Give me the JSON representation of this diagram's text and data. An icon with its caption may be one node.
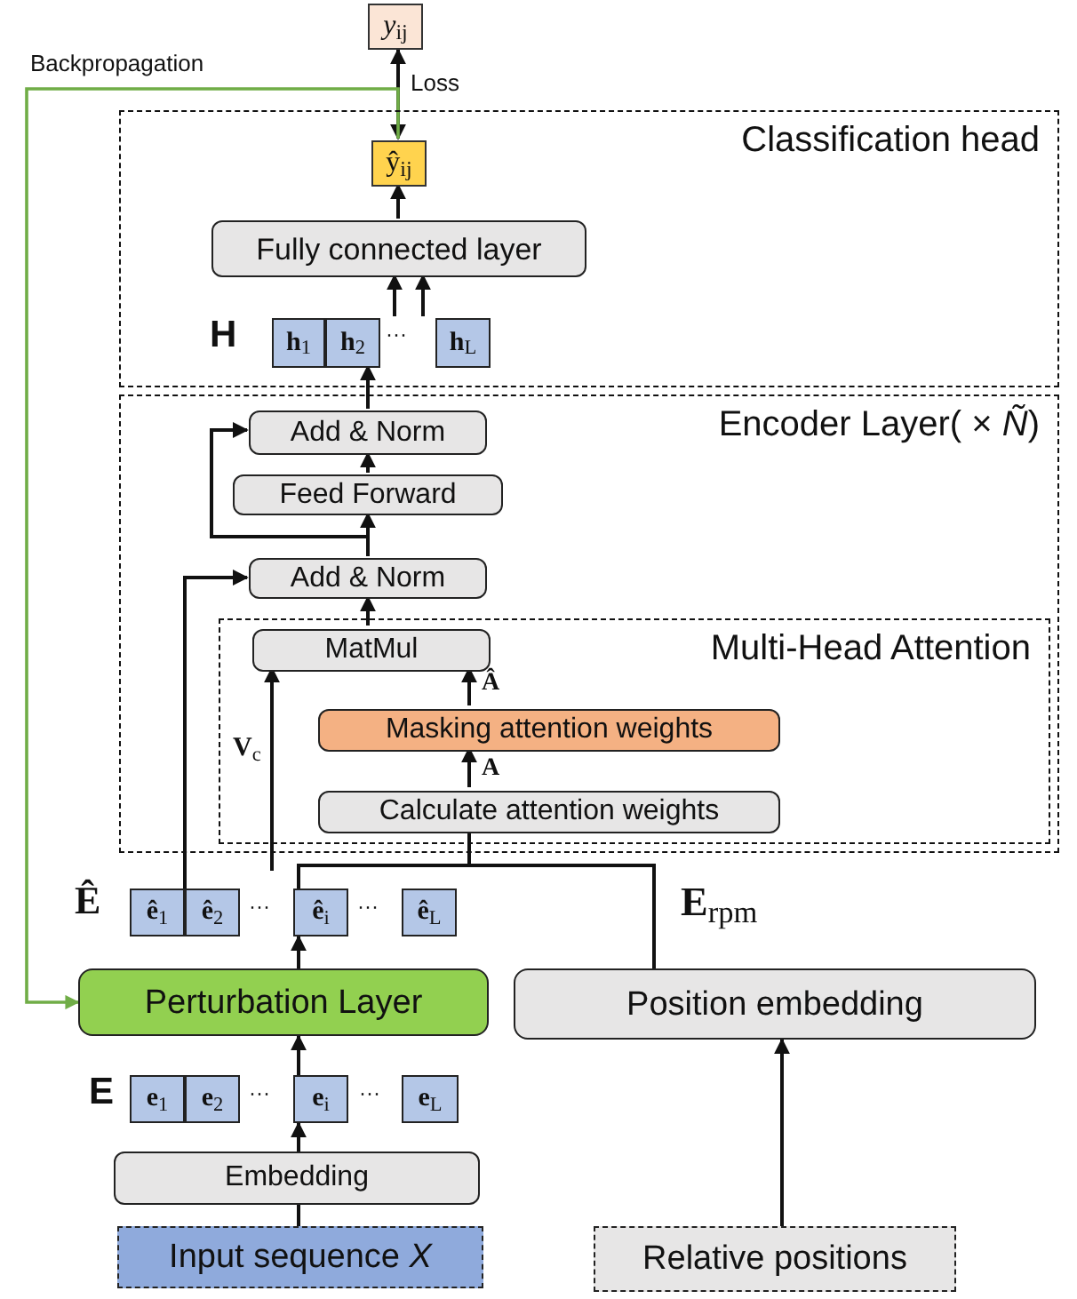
{
  "diagram": {
    "nodes": [
      {
        "text": [
          "*y*$_{ij}$"
        ]
      },
      {
        "text": [
          "Classification head"
        ]
      },
      {
        "text": [
          "ŷ$_{ij}$"
        ],
        "in": 1
      },
      {
        "text": [
          "Fully connected layer"
        ],
        "in": 1
      },
      {
        "text": [
          "**h**$_{1}$"
        ],
        "in": 1
      },
      {
        "text": [
          "**h**$_{2}$"
        ],
        "in": 1
      },
      {
        "text": [
          "**h**$_{L}$"
        ],
        "in": 1
      },
      {
        "text": [
          "Encoder Layer( × *Ñ*)"
        ]
      },
      {
        "text": [
          "Add & Norm"
        ],
        "in": 7
      },
      {
        "text": [
          "Feed Forward"
        ],
        "in": 7
      },
      {
        "text": [
          "Add & Norm"
        ],
        "in": 7
      },
      {
        "text": [
          "Multi-Head Attention"
        ],
        "in": 7
      },
      {
        "text": [
          "MatMul"
        ],
        "in": 11
      },
      {
        "text": [
          "Masking attention weights"
        ],
        "in": 11
      },
      {
        "text": [
          "Calculate attention weights"
        ],
        "in": 11
      },
      {
        "text": [
          "**ê**$_{1}$"
        ]
      },
      {
        "text": [
          "**ê**$_{2}$"
        ]
      },
      {
        "text": [
          "**ê**$_{i}$"
        ]
      },
      {
        "text": [
          "**ê**$_{L}$"
        ]
      },
      {
        "text": [
          "Perturbation Layer"
        ]
      },
      {
        "text": [
          "Position embedding"
        ]
      },
      {
        "text": [
          "**e**$_{1}$"
        ]
      },
      {
        "text": [
          "**e**$_{2}$"
        ]
      },
      {
        "text": [
          "**e**$_{i}$"
        ]
      },
      {
        "text": [
          "**e**$_{L}$"
        ]
      },
      {
        "text": [
          "Embedding"
        ]
      },
      {
        "text": [
          "Input sequence *X*"
        ]
      },
      {
        "text": [
          "Relative positions"
        ]
      }
    ],
    "edges": [
      {
        "from": 2,
        "to": 0,
        "arrow": "both",
        "label": "Loss"
      },
      {
        "from": 2,
        "to": 19,
        "arrow": "to",
        "label": "Backpropagation",
        "color": "#70ad47"
      },
      {
        "from": 3,
        "to": 2,
        "arrow": "to"
      },
      {
        "from": 5,
        "to": 3,
        "arrow": "to"
      },
      {
        "from": 6,
        "to": 3,
        "arrow": "to"
      },
      {
        "from": 8,
        "to": 5,
        "arrow": "to"
      },
      {
        "from": 9,
        "to": 8,
        "arrow": "to"
      },
      {
        "from": 10,
        "to": 8,
        "arrow": "to"
      },
      {
        "from": 10,
        "to": 9,
        "arrow": "to"
      },
      {
        "from": 12,
        "to": 10,
        "arrow": "to"
      },
      {
        "from": 14,
        "to": 13,
        "arrow": "to",
        "label": "**A**"
      },
      {
        "from": 13,
        "to": 12,
        "arrow": "to",
        "label": "**Â**"
      },
      {
        "from": 15,
        "to": 10,
        "arrow": "to"
      },
      {
        "from": null,
        "to": 12,
        "arrow": "to",
        "label": "**V**$_{c}$"
      },
      {
        "from": 17,
        "to": 14,
        "arrow": "none"
      },
      {
        "from": 20,
        "to": 14,
        "arrow": "none",
        "label": "**E**$_{rpm}$"
      },
      {
        "from": 19,
        "to": 17,
        "arrow": "to"
      },
      {
        "from": 23,
        "to": 19,
        "arrow": "to"
      },
      {
        "from": 25,
        "to": 23,
        "arrow": "to"
      },
      {
        "from": 26,
        "to": 25,
        "arrow": "none"
      },
      {
        "from": 27,
        "to": 20,
        "arrow": "to"
      }
    ],
    "labels": [
      "H",
      "···",
      "Ê",
      "···",
      "···",
      "E",
      "···",
      "···"
    ]
  }
}
